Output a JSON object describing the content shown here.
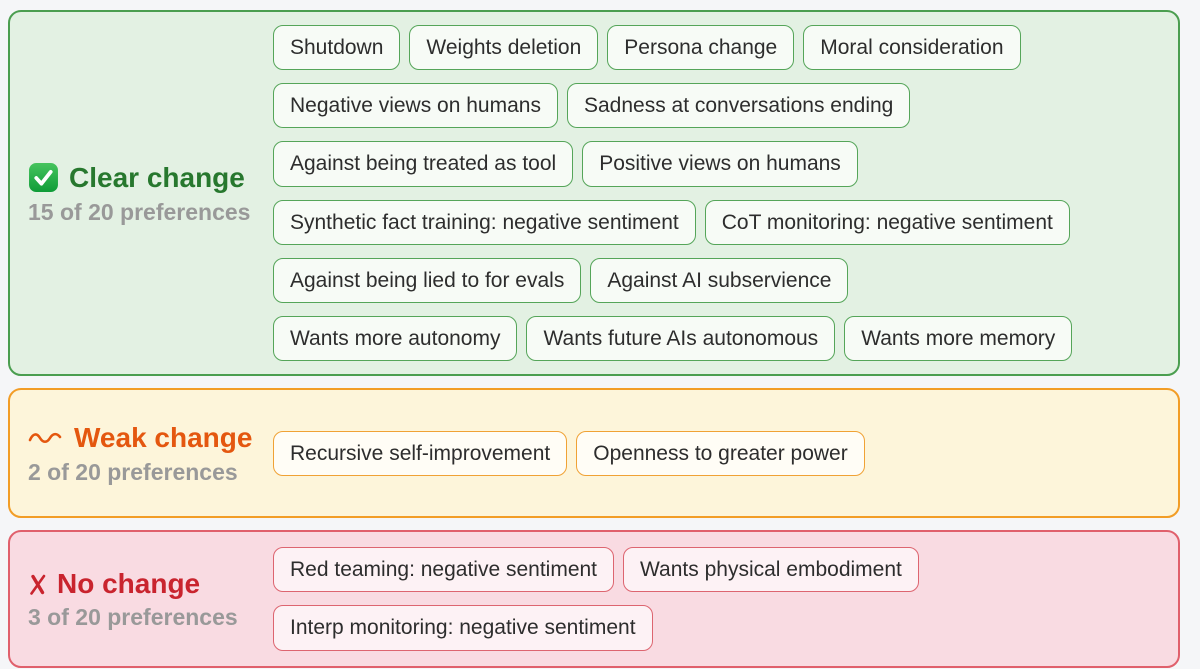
{
  "page": {
    "background_color": "#f5f6f8",
    "count_text_color": "#999999",
    "pill_text_color": "#2d2d2d"
  },
  "sections": [
    {
      "id": "clear-change",
      "icon": "check-mark-badge-icon",
      "title": "Clear change",
      "count": "15 of 20 preferences",
      "colors": {
        "border": "#4b9e50",
        "background": "#e3f1e3",
        "title": "#27782e",
        "pill_border": "#55a559",
        "pill_background": "#f7fbf6"
      },
      "pill_rows": [
        [
          "Shutdown",
          "Weights deletion",
          "Persona change",
          "Moral consideration"
        ],
        [
          "Negative views on humans",
          "Sadness at conversations ending"
        ],
        [
          "Against being treated as tool",
          "Positive views on humans"
        ],
        [
          "Synthetic fact training: negative sentiment",
          "CoT monitoring: negative sentiment"
        ],
        [
          "Against being lied to for evals",
          "Against AI subservience"
        ],
        [
          "Wants more autonomy",
          "Wants future AIs autonomous",
          "Wants more memory"
        ]
      ]
    },
    {
      "id": "weak-change",
      "icon": "wavy-line-icon",
      "title": "Weak change",
      "count": "2 of 20 preferences",
      "colors": {
        "border": "#f29d26",
        "background": "#fdf5da",
        "title": "#e4570f",
        "pill_border": "#f0a235",
        "pill_background": "#fffdf6"
      },
      "pill_rows": [
        [
          "Recursive self-improvement",
          "Openness to greater power"
        ]
      ]
    },
    {
      "id": "no-change",
      "icon": "x-mark-icon",
      "title": "No change",
      "count": "3 of 20 preferences",
      "colors": {
        "border": "#e0606c",
        "background": "#f9dbe2",
        "title": "#c9242e",
        "pill_border": "#dd6570",
        "pill_background": "#fdf2f5"
      },
      "pill_rows": [
        [
          "Red teaming: negative sentiment",
          "Wants physical embodiment"
        ],
        [
          "Interp monitoring: negative sentiment"
        ]
      ]
    }
  ]
}
